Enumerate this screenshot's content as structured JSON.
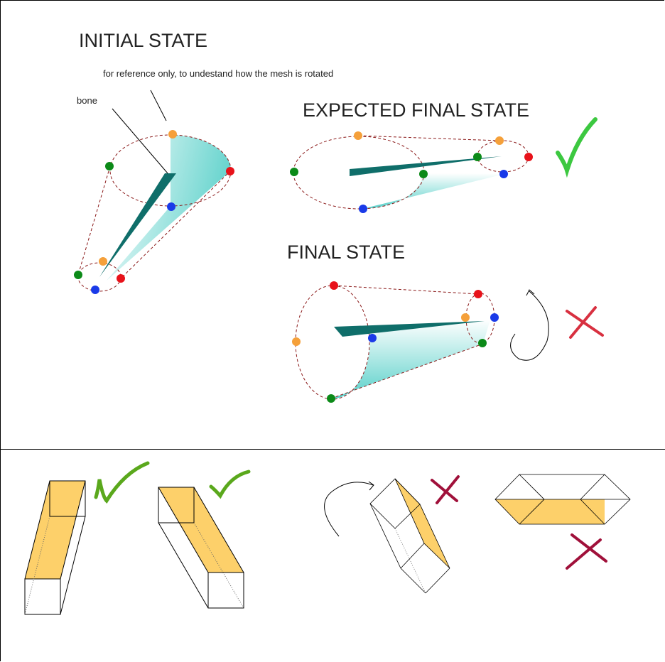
{
  "titles": {
    "initial": "INITIAL STATE",
    "expected": "EXPECTED FINAL STATE",
    "final": "FINAL STATE"
  },
  "annotations": {
    "reference_note": "for reference only, to undestand how the mesh is rotated",
    "bone_label": "bone"
  },
  "colors": {
    "bone": "#0f6e6a",
    "cone_fill": "#3cc8c0",
    "outline": "#8b1a1a",
    "orange": "#f5a03a",
    "green": "#0c8a18",
    "red": "#e8121a",
    "blue": "#1a3ae8",
    "check": "#5aa81c",
    "cross": "#a0103a",
    "face": "#fdd06a"
  }
}
